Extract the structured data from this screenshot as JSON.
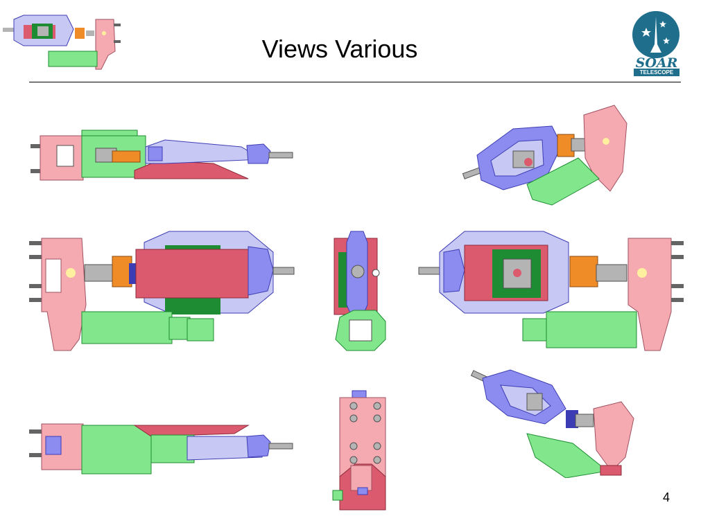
{
  "slide": {
    "title": "Views Various",
    "page_number": "4"
  },
  "logo": {
    "word": "SOAR",
    "subword": "TELESCOPE",
    "stars_icon": "stars-icon"
  },
  "colors": {
    "pink": "#f4aab0",
    "red": "#dc5a6e",
    "green": "#82e68c",
    "dark_green": "#1e8c32",
    "blue": "#8c8cf0",
    "light_blue": "#c8c8f4",
    "orange": "#f08c28",
    "gray": "#b4b4b4",
    "logo_teal": "#1e6e8c"
  }
}
